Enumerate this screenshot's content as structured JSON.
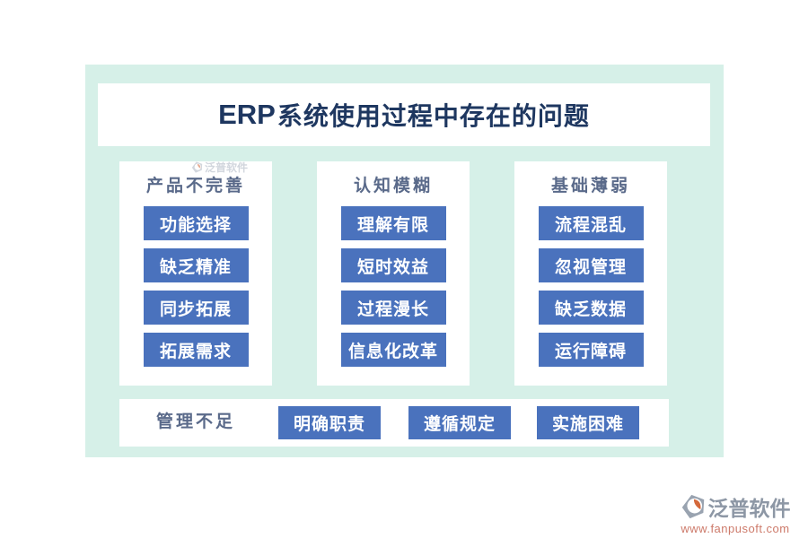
{
  "title": {
    "prefix": "ERP",
    "suffix": "系统使用过程中存在的问题",
    "full": "ERP系统使用过程中存在的问题"
  },
  "columns": [
    {
      "header": "产品不完善",
      "items": [
        "功能选择",
        "缺乏精准",
        "同步拓展",
        "拓展需求"
      ]
    },
    {
      "header": "认知模糊",
      "items": [
        "理解有限",
        "短时效益",
        "过程漫长",
        "信息化改革"
      ]
    },
    {
      "header": "基础薄弱",
      "items": [
        "流程混乱",
        "忽视管理",
        "缺乏数据",
        "运行障碍"
      ]
    }
  ],
  "bottom_row": {
    "header": "管理不足",
    "items": [
      "明确职责",
      "遵循规定",
      "实施困难"
    ]
  },
  "watermark": {
    "text": "泛普软件"
  },
  "logo": {
    "name": "泛普软件",
    "url": "www.fanpusoft.com"
  },
  "colors": {
    "panel_green": "#D6F0E8",
    "button_blue": "#4A72BD",
    "title_navy": "#1E3760",
    "header_slate": "#5A6A8A",
    "logo_gray": "#8D97A5",
    "logo_url_red": "#CD7A6A",
    "logo_orange": "#D4693B"
  }
}
